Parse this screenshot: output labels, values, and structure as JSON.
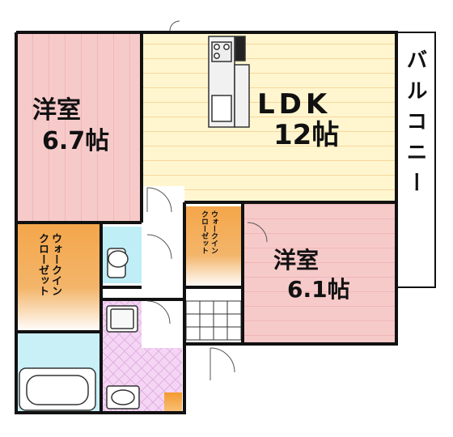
{
  "rooms": {
    "western_left": {
      "name": "洋室",
      "size": "6.7帖"
    },
    "ldk": {
      "name": "LDK",
      "size": "12帖"
    },
    "western_right": {
      "name": "洋室",
      "size": "6.1帖"
    },
    "balcony": {
      "name": "バルコニー"
    },
    "wic_left": {
      "line1": "ウォークイン",
      "line2": "クローゼット"
    },
    "wic_mid": {
      "line1": "ウォークイン",
      "line2": "クローゼット"
    }
  },
  "colors": {
    "pink": "#f6c9c9",
    "pink_stripe": "#e9a3a3",
    "yellow": "#fff6cf",
    "yellow_stripe": "#f3c981",
    "orange": "#f6a33a",
    "blue": "#bfeef7",
    "lilac": "#f3d6f3",
    "wall": "#111111"
  }
}
